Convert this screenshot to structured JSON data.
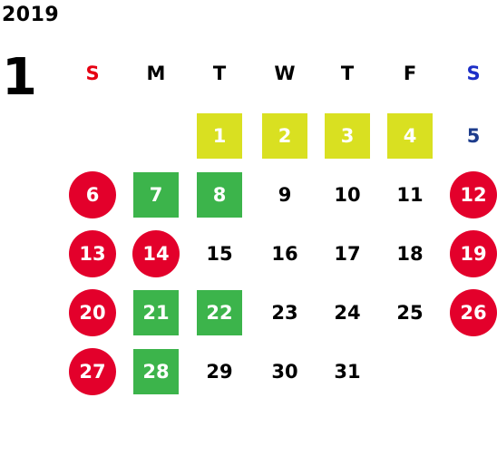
{
  "year": "2019",
  "month": "1",
  "weekdays": [
    {
      "label": "S",
      "color": "#e60012"
    },
    {
      "label": "M",
      "color": "#000000"
    },
    {
      "label": "T",
      "color": "#000000"
    },
    {
      "label": "W",
      "color": "#000000"
    },
    {
      "label": "T",
      "color": "#000000"
    },
    {
      "label": "F",
      "color": "#000000"
    },
    {
      "label": "S",
      "color": "#1d2fc7"
    }
  ],
  "colors": {
    "holiday_red": "#e3002b",
    "green": "#3cb44b",
    "yellow_green": "#d9e021",
    "saturday_blue": "#1d3c8c",
    "text": "#000000"
  },
  "weeks": [
    [
      {
        "day": "",
        "style": "empty"
      },
      {
        "day": "",
        "style": "empty"
      },
      {
        "day": "1",
        "style": "yellow-square"
      },
      {
        "day": "2",
        "style": "yellow-square"
      },
      {
        "day": "3",
        "style": "yellow-square"
      },
      {
        "day": "4",
        "style": "yellow-square"
      },
      {
        "day": "5",
        "style": "blue-text"
      }
    ],
    [
      {
        "day": "6",
        "style": "red-circle"
      },
      {
        "day": "7",
        "style": "green-square"
      },
      {
        "day": "8",
        "style": "green-square"
      },
      {
        "day": "9",
        "style": "plain"
      },
      {
        "day": "10",
        "style": "plain"
      },
      {
        "day": "11",
        "style": "plain"
      },
      {
        "day": "12",
        "style": "red-circle"
      }
    ],
    [
      {
        "day": "13",
        "style": "red-circle"
      },
      {
        "day": "14",
        "style": "red-circle"
      },
      {
        "day": "15",
        "style": "plain"
      },
      {
        "day": "16",
        "style": "plain"
      },
      {
        "day": "17",
        "style": "plain"
      },
      {
        "day": "18",
        "style": "plain"
      },
      {
        "day": "19",
        "style": "red-circle"
      }
    ],
    [
      {
        "day": "20",
        "style": "red-circle"
      },
      {
        "day": "21",
        "style": "green-square"
      },
      {
        "day": "22",
        "style": "green-square"
      },
      {
        "day": "23",
        "style": "plain"
      },
      {
        "day": "24",
        "style": "plain"
      },
      {
        "day": "25",
        "style": "plain"
      },
      {
        "day": "26",
        "style": "red-circle"
      }
    ],
    [
      {
        "day": "27",
        "style": "red-circle"
      },
      {
        "day": "28",
        "style": "green-square"
      },
      {
        "day": "29",
        "style": "plain"
      },
      {
        "day": "30",
        "style": "plain"
      },
      {
        "day": "31",
        "style": "plain"
      },
      {
        "day": "",
        "style": "empty"
      },
      {
        "day": "",
        "style": "empty"
      }
    ]
  ]
}
